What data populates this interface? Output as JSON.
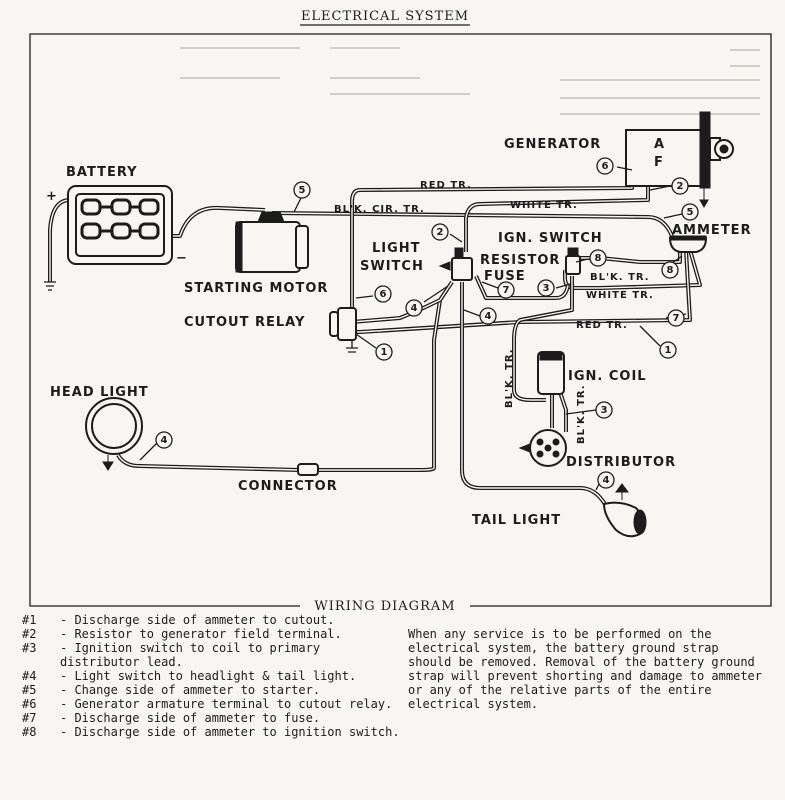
{
  "title": "ELECTRICAL SYSTEM",
  "subtitle": "WIRING DIAGRAM",
  "components": {
    "battery": "BATTERY",
    "battery_plus": "+",
    "battery_minus": "−",
    "generator": "GENERATOR",
    "generator_a": "A",
    "generator_f": "F",
    "ammeter": "AMMETER",
    "ign_switch": "IGN. SWITCH",
    "light_switch_1": "LIGHT",
    "light_switch_2": "SWITCH",
    "resistor": "RESISTOR",
    "fuse": "FUSE",
    "starting_motor": "STARTING MOTOR",
    "cutout_relay": "CUTOUT RELAY",
    "head_light": "HEAD LIGHT",
    "ign_coil": "IGN. COIL",
    "distributor": "DISTRIBUTOR",
    "connector": "CONNECTOR",
    "tail_light": "TAIL LIGHT"
  },
  "wire_labels": {
    "red_tr_top": "RED TR.",
    "blk_cir_tr": "BL'K. CIR. TR.",
    "white_tr_top": "WHITE TR.",
    "blk_tr_right": "BL'K. TR.",
    "white_tr_mid": "WHITE TR.",
    "red_tr_mid": "RED TR.",
    "blk_tr_vert": "BL'K. TR.",
    "blk_tr_coil": "BL'K. TR."
  },
  "callouts": [
    "5",
    "6",
    "2",
    "5",
    "2",
    "6",
    "4",
    "4",
    "7",
    "3",
    "8",
    "8",
    "7",
    "1",
    "1",
    "3",
    "4",
    "4"
  ],
  "legend": [
    {
      "key": "#1",
      "text": "- Discharge side of ammeter to cutout."
    },
    {
      "key": "#2",
      "text": "- Resistor to generator field terminal."
    },
    {
      "key": "#3",
      "text": "- Ignition switch to coil to primary distributor lead."
    },
    {
      "key": "#4",
      "text": "- Light switch to headlight & tail light."
    },
    {
      "key": "#5",
      "text": "- Change side of ammeter to starter."
    },
    {
      "key": "#6",
      "text": "- Generator armature terminal to cutout relay."
    },
    {
      "key": "#7",
      "text": "- Discharge side of ammeter to fuse."
    },
    {
      "key": "#8",
      "text": "- Discharge side of ammeter to ignition switch."
    }
  ],
  "note": "When any service is to be performed on the electrical system, the battery ground strap should be removed. Removal of the battery ground strap will prevent shorting and damage to ammeter or any of the relative parts of the entire electrical system."
}
